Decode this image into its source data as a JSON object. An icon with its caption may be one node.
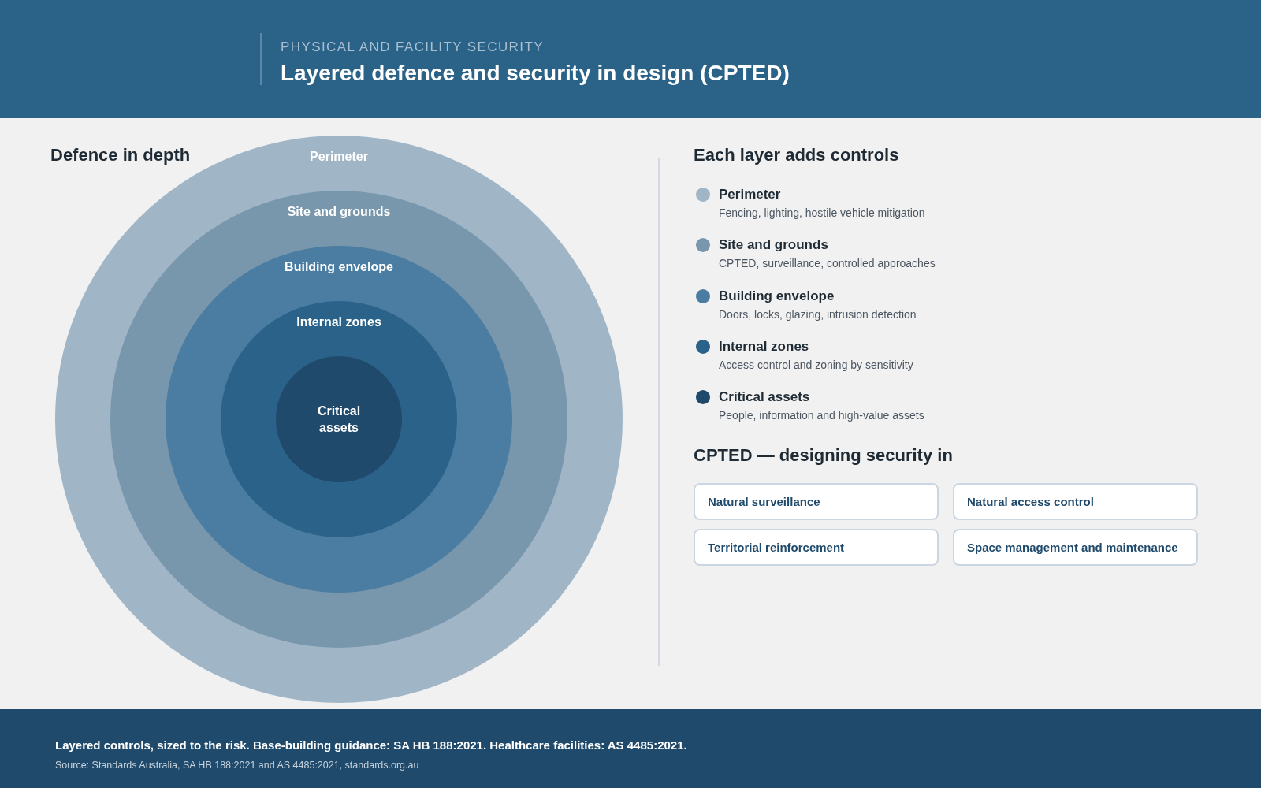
{
  "diagram": {
    "title": "Layered defence and security in design (CPTED)",
    "nodes": [
      {
        "text": [
          "Perimeter"
        ]
      },
      {
        "text": [
          "Site and grounds"
        ],
        "in": 0
      },
      {
        "text": [
          "Building envelope"
        ],
        "in": 1
      },
      {
        "text": [
          "Internal zones"
        ],
        "in": 2
      },
      {
        "text": [
          "Critical assets"
        ],
        "in": 3
      },
      {
        "text": [
          "Natural surveillance"
        ]
      },
      {
        "text": [
          "Natural access control"
        ]
      },
      {
        "text": [
          "Territorial reinforcement"
        ]
      },
      {
        "text": [
          "Space management and maintenance"
        ]
      }
    ],
    "labels": [
      "PHYSICAL AND FACILITY SECURITY",
      "Defence in depth",
      "Each layer adds controls",
      "Fencing, lighting, hostile vehicle mitigation",
      "CPTED, surveillance, controlled approaches",
      "Doors, locks, glazing, intrusion detection",
      "Access control and zoning by sensitivity",
      "People, information and high-value assets",
      "CPTED — designing security in",
      "Layered controls, sized to the risk. Base-building guidance: SA HB 188:2021. Healthcare facilities: AS 4485:2021.",
      "Source: Standards Australia, SA HB 188:2021 and AS 4485:2021, standards.org.au"
    ],
    "legend": [
      {
        "text": "Perimeter",
        "color": "#a0b6c7"
      },
      {
        "text": "Site and grounds",
        "color": "#7897ad"
      },
      {
        "text": "Building envelope",
        "color": "#4a7da1"
      },
      {
        "text": "Internal zones",
        "color": "#2a6289"
      },
      {
        "text": "Critical assets",
        "color": "#1f4a6b"
      }
    ]
  }
}
